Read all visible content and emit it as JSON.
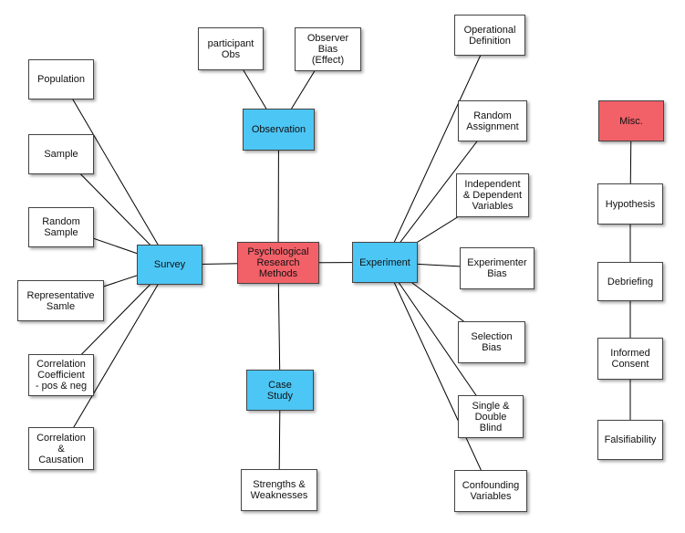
{
  "colors": {
    "center": "#f26068",
    "category": "#4cc6f5",
    "leaf": "#ffffff",
    "line": "#000000"
  },
  "nodes": {
    "center": {
      "label": "Psychological\nResearch\nMethods"
    },
    "survey": {
      "label": "Survey"
    },
    "observation": {
      "label": "Observation"
    },
    "experiment": {
      "label": "Experiment"
    },
    "case_study": {
      "label": "Case\nStudy"
    },
    "misc": {
      "label": "Misc."
    },
    "population": {
      "label": "Population"
    },
    "sample": {
      "label": "Sample"
    },
    "random_sample": {
      "label": "Random\nSample"
    },
    "representative": {
      "label": "Representative\nSamle"
    },
    "correlation_coef": {
      "label": "Correlation\nCoefficient\n- pos & neg"
    },
    "correlation_cause": {
      "label": "Correlation\n&\nCausation"
    },
    "participant_obs": {
      "label": "participant\nObs"
    },
    "observer_bias": {
      "label": "Observer\nBias\n(Effect)"
    },
    "operational_def": {
      "label": "Operational\nDefinition"
    },
    "random_assignment": {
      "label": "Random\nAssignment"
    },
    "ind_dep_vars": {
      "label": "Independent\n& Dependent\nVariables"
    },
    "experimenter_bias": {
      "label": "Experimenter\nBias"
    },
    "selection_bias": {
      "label": "Selection\nBias"
    },
    "double_blind": {
      "label": "Single &\nDouble\nBlind"
    },
    "confounding": {
      "label": "Confounding\nVariables"
    },
    "strengths": {
      "label": "Strengths &\nWeaknesses"
    },
    "hypothesis": {
      "label": "Hypothesis"
    },
    "debriefing": {
      "label": "Debriefing"
    },
    "informed_consent": {
      "label": "Informed\nConsent"
    },
    "falsifiability": {
      "label": "Falsifiability"
    }
  },
  "edges": [
    [
      "center",
      "survey"
    ],
    [
      "center",
      "observation"
    ],
    [
      "center",
      "experiment"
    ],
    [
      "center",
      "case_study"
    ],
    [
      "survey",
      "population"
    ],
    [
      "survey",
      "sample"
    ],
    [
      "survey",
      "random_sample"
    ],
    [
      "survey",
      "representative"
    ],
    [
      "survey",
      "correlation_coef"
    ],
    [
      "survey",
      "correlation_cause"
    ],
    [
      "observation",
      "participant_obs"
    ],
    [
      "observation",
      "observer_bias"
    ],
    [
      "experiment",
      "operational_def"
    ],
    [
      "experiment",
      "random_assignment"
    ],
    [
      "experiment",
      "ind_dep_vars"
    ],
    [
      "experiment",
      "experimenter_bias"
    ],
    [
      "experiment",
      "selection_bias"
    ],
    [
      "experiment",
      "double_blind"
    ],
    [
      "experiment",
      "confounding"
    ],
    [
      "case_study",
      "strengths"
    ],
    [
      "misc",
      "hypothesis"
    ],
    [
      "hypothesis",
      "debriefing"
    ],
    [
      "debriefing",
      "informed_consent"
    ],
    [
      "informed_consent",
      "falsifiability"
    ]
  ]
}
